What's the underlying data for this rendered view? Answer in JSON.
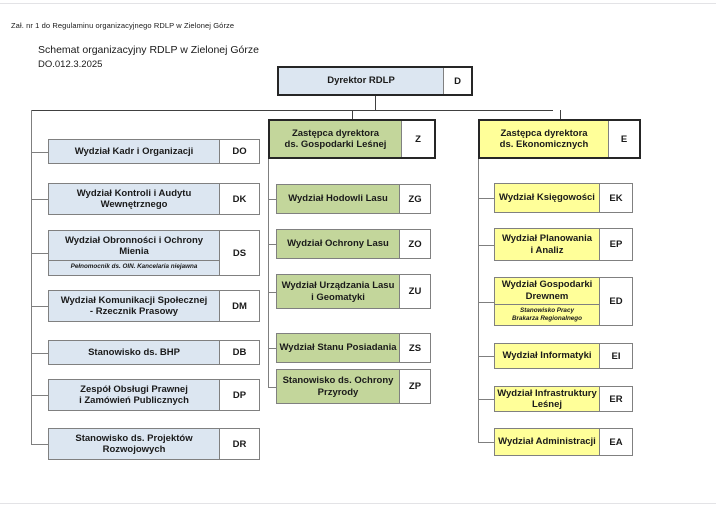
{
  "page": {
    "header_note": "Zał. nr 1 do Regulaminu organizacyjnego RDLP w Zielonej Górze",
    "title": "Schemat organizacyjny RDLP w Zielonej Górze",
    "doc_number": "DO.012.3.2025"
  },
  "colors": {
    "root_fill": "#dce6f1",
    "blue_fill": "#dce6f1",
    "green_fill": "#c3d69b",
    "yellow_fill": "#ffff99",
    "code_fill": "#ffffff",
    "border": "#808080",
    "border_strong": "#262626",
    "connector": "#7f7f7f",
    "page_bg": "#ffffff"
  },
  "chart_data": {
    "type": "diagram",
    "title": "Schemat organizacyjny RDLP w Zielonej Górze",
    "root": {
      "label": "Dyrektor RDLP",
      "code": "D",
      "fill": "#dce6f1"
    },
    "columns": [
      {
        "id": "direct",
        "fill": "#dce6f1",
        "lead": null,
        "nodes": [
          {
            "label": "Wydział Kadr i Organizacji",
            "code": "DO",
            "sub": null
          },
          {
            "label": "Wydział Kontroli i Audytu\nWewnętrznego",
            "code": "DK",
            "sub": null
          },
          {
            "label": "Wydział Obronności i Ochrony\nMienia",
            "code": "DS",
            "sub": "Pełnomocnik ds. OIN. Kancelaria niejawna"
          },
          {
            "label": "Wydział Komunikacji Społecznej\n- Rzecznik Prasowy",
            "code": "DM",
            "sub": null
          },
          {
            "label": "Stanowisko ds. BHP",
            "code": "DB",
            "sub": null
          },
          {
            "label": "Zespół Obsługi Prawnej\ni Zamówień Publicznych",
            "code": "DP",
            "sub": null
          },
          {
            "label": "Stanowisko ds. Projektów\nRozwojowych",
            "code": "DR",
            "sub": null
          }
        ]
      },
      {
        "id": "forestry",
        "fill": "#c3d69b",
        "lead": {
          "label": "Zastępca dyrektora\nds. Gospodarki Leśnej",
          "code": "Z"
        },
        "nodes": [
          {
            "label": "Wydział Hodowli Lasu",
            "code": "ZG",
            "sub": null
          },
          {
            "label": "Wydział Ochrony Lasu",
            "code": "ZO",
            "sub": null
          },
          {
            "label": "Wydział Urządzania Lasu\ni Geomatyki",
            "code": "ZU",
            "sub": null
          },
          {
            "label": "Wydział Stanu Posiadania",
            "code": "ZS",
            "sub": null
          },
          {
            "label": "Stanowisko ds. Ochrony\nPrzyrody",
            "code": "ZP",
            "sub": null
          }
        ]
      },
      {
        "id": "economic",
        "fill": "#ffff99",
        "lead": {
          "label": "Zastępca dyrektora\nds. Ekonomicznych",
          "code": "E"
        },
        "nodes": [
          {
            "label": "Wydział Księgowości",
            "code": "EK",
            "sub": null
          },
          {
            "label": "Wydział Planowania\ni Analiz",
            "code": "EP",
            "sub": null
          },
          {
            "label": "Wydział Gospodarki\nDrewnem",
            "code": "ED",
            "sub": "Stanowisko Pracy\nBrakarza Regionalnego"
          },
          {
            "label": "Wydział Informatyki",
            "code": "EI",
            "sub": null
          },
          {
            "label": "Wydział Infrastruktury Leśnej",
            "code": "ER",
            "sub": null
          },
          {
            "label": "Wydział Administracji",
            "code": "EA",
            "sub": null
          }
        ]
      }
    ]
  }
}
